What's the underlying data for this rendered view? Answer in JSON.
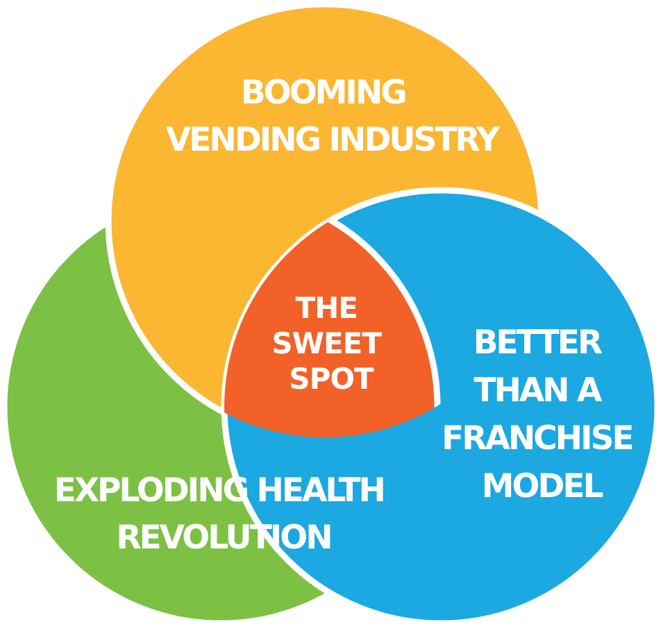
{
  "colors": {
    "top_circle": "#FBB632",
    "left_circle": "#7CC144",
    "right_circle": "#1CA8E0",
    "center": "#F26127",
    "outline": "#FFFFFF",
    "text": "#FFFFFF"
  },
  "circles": {
    "top": {
      "lines": [
        "BOOMING",
        "VENDING INDUSTRY"
      ]
    },
    "left": {
      "lines": [
        "EXPLODING HEALTH",
        "REVOLUTION"
      ]
    },
    "right": {
      "lines": [
        "BETTER",
        "THAN A",
        "FRANCHISE",
        "MODEL"
      ]
    }
  },
  "center": {
    "lines": [
      "THE",
      "SWEET",
      "SPOT"
    ]
  }
}
